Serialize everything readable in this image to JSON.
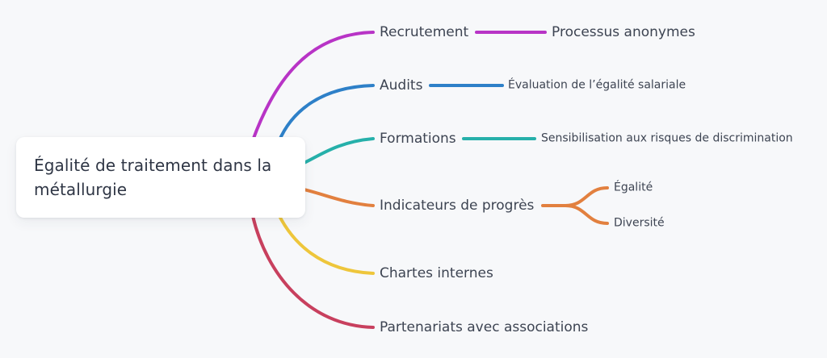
{
  "diagram": {
    "type": "mindmap",
    "background_color": "#f7f8fa",
    "text_color": "#3d4452",
    "root": {
      "label": "Égalité de traitement dans la métallurgie",
      "box_color": "#ffffff"
    },
    "branches": [
      {
        "label": "Recrutement",
        "color": "#b834c6",
        "children": [
          {
            "label": "Processus anonymes"
          }
        ]
      },
      {
        "label": "Audits",
        "color": "#2e80c8",
        "children": [
          {
            "label": "Évaluation de l’égalité salariale"
          }
        ]
      },
      {
        "label": "Formations",
        "color": "#26b0aa",
        "children": [
          {
            "label": "Sensibilisation aux risques de discrimination"
          }
        ]
      },
      {
        "label": "Indicateurs de progrès",
        "color": "#e2803f",
        "children": [
          {
            "label": "Égalité"
          },
          {
            "label": "Diversité"
          }
        ]
      },
      {
        "label": "Chartes internes",
        "color": "#eec63b",
        "children": []
      },
      {
        "label": "Partenariats avec associations",
        "color": "#c8405e",
        "children": []
      }
    ]
  }
}
